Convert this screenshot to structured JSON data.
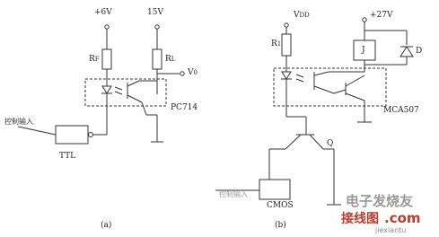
{
  "circuit_a": {
    "supply_left": "+6V",
    "supply_right": "15V",
    "rf_label": "R",
    "rf_sub": "F",
    "rl_label": "R",
    "rl_sub": "L",
    "output_label": "V",
    "output_sub": "0",
    "optocoupler": "PC714",
    "gate": "TTL",
    "input": "控制输入",
    "caption": "(a)"
  },
  "circuit_b": {
    "supply_left": "V",
    "supply_left_sub": "DD",
    "supply_right": "+27V",
    "r_label": "R",
    "r_sub": "1",
    "relay": "J",
    "diode": "D",
    "transistor": "Q",
    "optocoupler": "MCA507",
    "gate": "CMOS",
    "input": "控制输入",
    "caption": "(b)"
  },
  "watermark": {
    "brand_cn": "电子发烧友",
    "domain_cn": "接线图",
    "domain_en": ".com",
    "url": "jiexiantu"
  },
  "colors": {
    "ink": "#222222",
    "watermark_red": "#c0392b",
    "watermark_gray": "#888888"
  }
}
